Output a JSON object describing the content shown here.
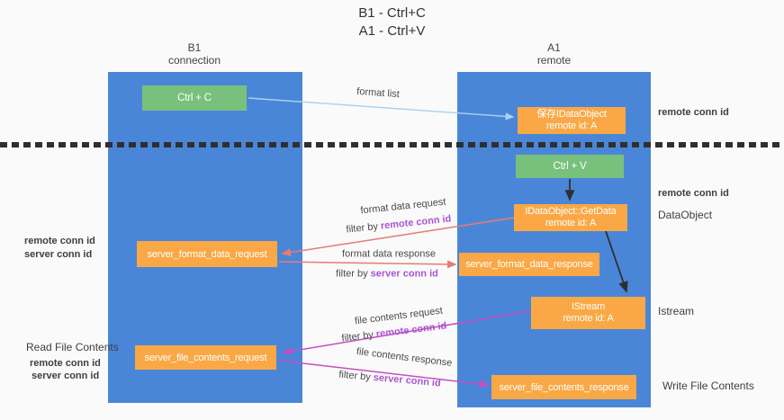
{
  "colors": {
    "background": "#fafafa",
    "lane-blue": "#4a86d8",
    "box-orange": "#f9a845",
    "box-green": "#77c17c",
    "arrow-red": "#e87b72",
    "arrow-magenta": "#c44fc4",
    "arrow-blue": "#a8d2f0",
    "arrow-black": "#2f2f2f",
    "text-purple": "#a855cf",
    "text-green": "#56b65c",
    "text-dark": "#3f3f3f"
  },
  "title": {
    "line1": "B1 - Ctrl+C",
    "line2": "A1 - Ctrl+V"
  },
  "lanes": {
    "left": {
      "name": "B1",
      "role": "connection"
    },
    "right": {
      "name": "A1",
      "role": "remote"
    }
  },
  "boxes": {
    "ctrl_c": "Ctrl + C",
    "ctrl_v": "Ctrl + V",
    "save_dataobject": {
      "title": "保存IDataObject",
      "subtitle": "remote id: A"
    },
    "getdata": {
      "title": "IDataObject::GetData",
      "subtitle": "remote id: A"
    },
    "istream": {
      "title": "IStream",
      "subtitle": "remote id: A"
    },
    "server_format_data_request": "server_format_data_request",
    "server_format_data_response": "server_format_data_response",
    "server_file_contents_request": "server_file_contents_request",
    "server_file_contents_response": "server_file_contents_response"
  },
  "labels": {
    "format_list": "format list",
    "format_data_request": "format data request",
    "format_data_response": "format data response",
    "file_contents_request": "file contents request",
    "file_contents_response": "file contents response",
    "filter_by": "filter by ",
    "remote_conn_id": "remote conn id",
    "server_conn_id": "server conn id",
    "read_file_contents": "Read File Contents",
    "write_file_contents": "Write File Contents",
    "dataobject": "DataObject",
    "istream": "Istream"
  }
}
